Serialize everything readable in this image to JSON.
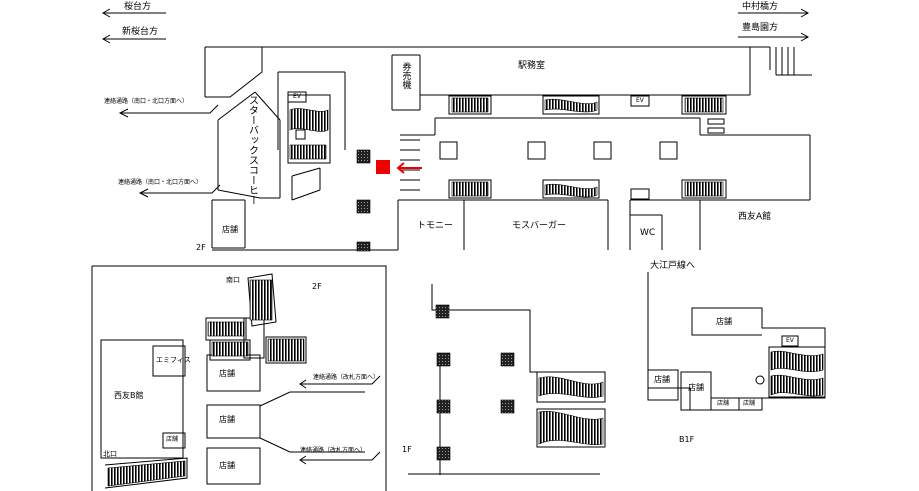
{
  "directions": {
    "sakuradai": "桜台方",
    "shin_sakuradai": "新桜台方",
    "nakamurabashi": "中村橋方",
    "toshimaen": "豊島園方",
    "oedo_line": "大江戸線へ"
  },
  "floor_2f": {
    "floor_label": "2F",
    "station_office": "駅務室",
    "ticket_machines": "券売機",
    "starbucks": "スターバックスコーヒー",
    "passage_upper": "連絡通路（南口・北口方面へ）",
    "passage_lower": "連絡通路（南口・北口方面へ）",
    "shop": "店舗",
    "tomonii": "トモニー",
    "mos_burger": "モスバーガー",
    "wc": "WC",
    "seiyu_a": "西友A館",
    "ev_1": "EV",
    "ev_2": "EV"
  },
  "floor_2f_south": {
    "floor_label": "2F",
    "south_exit": "南口",
    "north_exit": "北口",
    "seiyu_b": "西友B館",
    "emifis": "エミフィス",
    "shop_1": "店舗",
    "shop_2": "店舗",
    "shop_3": "店舗",
    "shop_small": "店舗",
    "passage_1": "連絡通路（改札方面へ）",
    "passage_2": "連絡通路（改札方面へ）"
  },
  "floor_1f": {
    "floor_label": "1F"
  },
  "floor_b1f": {
    "floor_label": "B1F",
    "shop_1": "店舗",
    "shop_2": "店舗",
    "shop_3": "店舗",
    "shop_small_1": "店舗",
    "shop_small_2": "店舗",
    "ev": "EV"
  },
  "colors": {
    "marker": "#ee0000",
    "line": "#000000",
    "pillar": "#333333"
  }
}
